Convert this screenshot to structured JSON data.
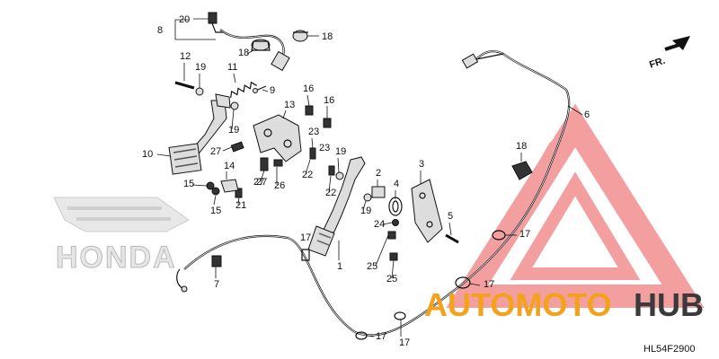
{
  "diagram": {
    "code": "HL54F2900",
    "direction": {
      "label": "FR."
    },
    "brand_watermark": "HONDA",
    "overlay_logo": {
      "part1": "AUTOMOTO",
      "part2": "HUB",
      "color1": "#f2a21b",
      "color2": "#3a3a3a",
      "triangle_color": "#f08080"
    },
    "labels": [
      "1",
      "2",
      "3",
      "4",
      "5",
      "6",
      "7",
      "8",
      "9",
      "10",
      "11",
      "12",
      "13",
      "14",
      "15",
      "15",
      "16",
      "16",
      "17",
      "17",
      "17",
      "17",
      "17",
      "18",
      "18",
      "18",
      "19",
      "19",
      "19",
      "19",
      "20",
      "21",
      "22",
      "22",
      "23",
      "23",
      "24",
      "25",
      "25",
      "26",
      "27",
      "27",
      "27"
    ]
  }
}
